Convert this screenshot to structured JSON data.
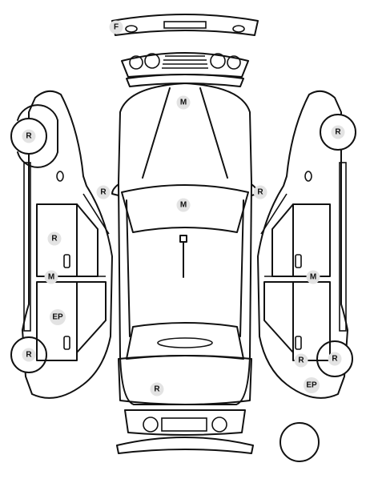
{
  "diagram": {
    "markers": [
      {
        "id": "front-bumper",
        "code": "F"
      },
      {
        "id": "hood",
        "code": "M"
      },
      {
        "id": "left-mirror",
        "code": "R"
      },
      {
        "id": "right-mirror",
        "code": "R"
      },
      {
        "id": "windshield-roof",
        "code": "M"
      },
      {
        "id": "trunk",
        "code": "R"
      },
      {
        "id": "left-front-wheel",
        "code": "R"
      },
      {
        "id": "left-front-door",
        "code": "R"
      },
      {
        "id": "left-pillar",
        "code": "M"
      },
      {
        "id": "left-rear-door",
        "code": "EP"
      },
      {
        "id": "left-rear-wheel",
        "code": "R"
      },
      {
        "id": "right-front-wheel",
        "code": "R"
      },
      {
        "id": "right-pillar",
        "code": "M"
      },
      {
        "id": "right-rear-door",
        "code": "R"
      },
      {
        "id": "right-rear-wheel",
        "code": "R"
      },
      {
        "id": "right-rear-quarter",
        "code": "EP"
      }
    ]
  }
}
